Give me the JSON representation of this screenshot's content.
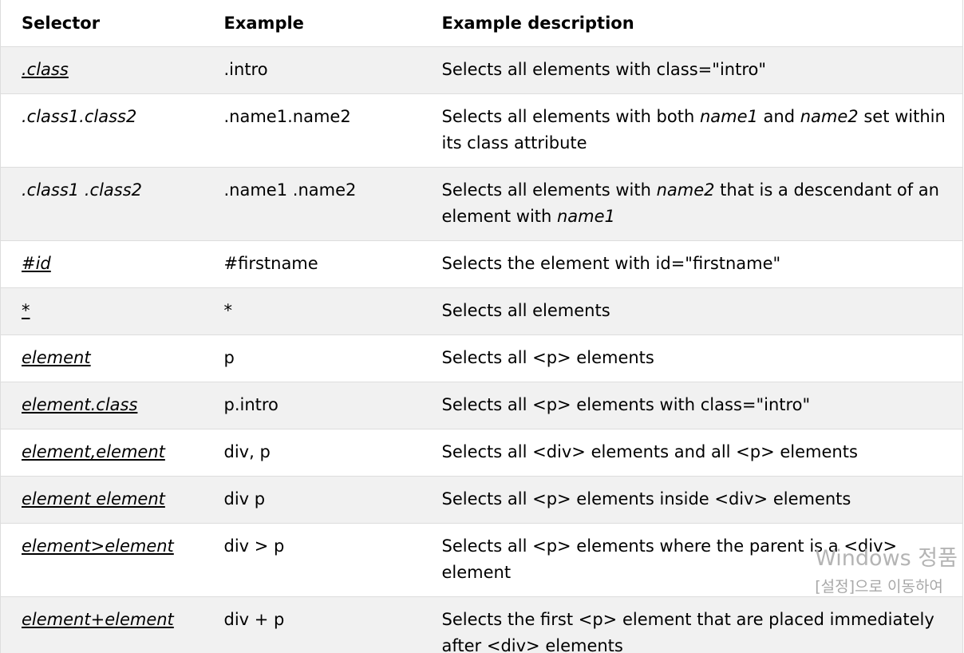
{
  "table": {
    "headers": [
      "Selector",
      "Example",
      "Example description"
    ],
    "rows": [
      {
        "selector": ".class",
        "linked": true,
        "example": ".intro",
        "description": [
          {
            "t": "Selects all elements with class=\"intro\""
          }
        ]
      },
      {
        "selector": ".class1.class2",
        "linked": false,
        "example": ".name1.name2",
        "description": [
          {
            "t": "Selects all elements with both "
          },
          {
            "t": "name1",
            "em": true
          },
          {
            "t": " and "
          },
          {
            "t": "name2",
            "em": true
          },
          {
            "t": " set within its class attribute"
          }
        ]
      },
      {
        "selector": ".class1 .class2",
        "linked": false,
        "example": ".name1 .name2",
        "description": [
          {
            "t": "Selects all elements with "
          },
          {
            "t": "name2",
            "em": true
          },
          {
            "t": " that is a descendant of an element with "
          },
          {
            "t": "name1",
            "em": true
          }
        ]
      },
      {
        "selector": "#id",
        "linked": true,
        "example": "#firstname",
        "description": [
          {
            "t": "Selects the element with id=\"firstname\""
          }
        ]
      },
      {
        "selector": "*",
        "linked": true,
        "example": "*",
        "description": [
          {
            "t": "Selects all elements"
          }
        ]
      },
      {
        "selector": "element",
        "linked": true,
        "example": "p",
        "description": [
          {
            "t": "Selects all <p> elements"
          }
        ]
      },
      {
        "selector": "element.class",
        "linked": true,
        "example": "p.intro",
        "description": [
          {
            "t": "Selects all <p> elements with class=\"intro\""
          }
        ]
      },
      {
        "selector": "element,element",
        "linked": true,
        "example": "div, p",
        "description": [
          {
            "t": "Selects all <div> elements and all <p> elements"
          }
        ]
      },
      {
        "selector": "element element",
        "linked": true,
        "example": "div p",
        "description": [
          {
            "t": "Selects all <p> elements inside <div> elements"
          }
        ]
      },
      {
        "selector": "element>element",
        "linked": true,
        "example": "div > p",
        "description": [
          {
            "t": "Selects all <p> elements where the parent is a <div> element"
          }
        ]
      },
      {
        "selector": "element+element",
        "linked": true,
        "example": "div + p",
        "description": [
          {
            "t": "Selects the first <p> element that are placed immediately after <div> elements"
          }
        ]
      }
    ]
  },
  "watermark": {
    "title": "Windows 정품",
    "subtitle": "[설정]으로 이동하여"
  }
}
